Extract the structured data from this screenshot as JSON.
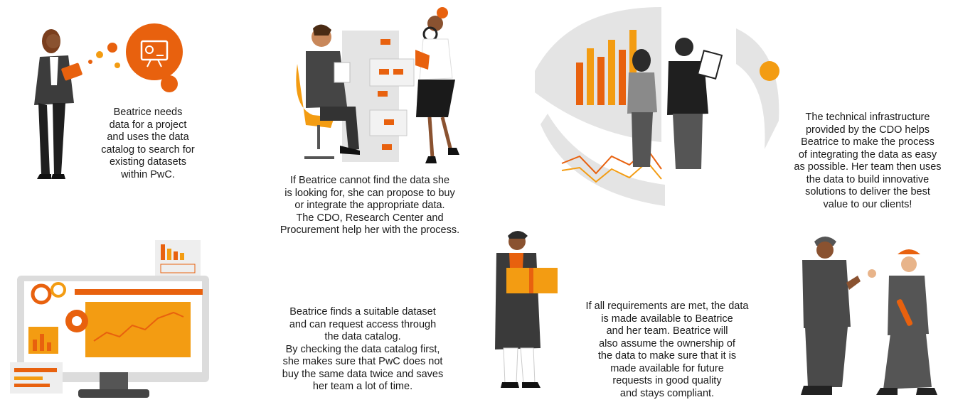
{
  "steps": [
    {
      "text": "Beatrice needs\ndata for a project\nand uses the data\ncatalog to search for\nexisting datasets\nwithin PwC."
    },
    {
      "text": "If Beatrice cannot find the data she\nis looking for, she can propose to buy\nor integrate the appropriate data.\nThe CDO, Research Center and\nProcurement help her with the process."
    },
    {
      "text": "The technical infrastructure\nprovided by the CDO helps\nBeatrice to make the process\nof integrating the data as easy\nas possible. Her team then uses\nthe data to build innovative\nsolutions to deliver the best\nvalue to our clients!"
    },
    {
      "text": "Beatrice finds a suitable dataset\nand can  request access through\nthe data catalog.\nBy checking the data catalog first,\nshe makes sure that PwC does not\nbuy the same data twice and saves\nher team a lot of time."
    },
    {
      "text": "If all requirements are met, the data\nis made available to Beatrice\nand her team. Beatrice will\nalso assume the ownership of\nthe data to make sure that it is\nmade available for future\nrequests in good quality\nand stays compliant."
    }
  ],
  "colors": {
    "orange": "#e8610e",
    "amber": "#f39c12",
    "dark": "#3a3a3a",
    "grey": "#d9d9d9"
  }
}
